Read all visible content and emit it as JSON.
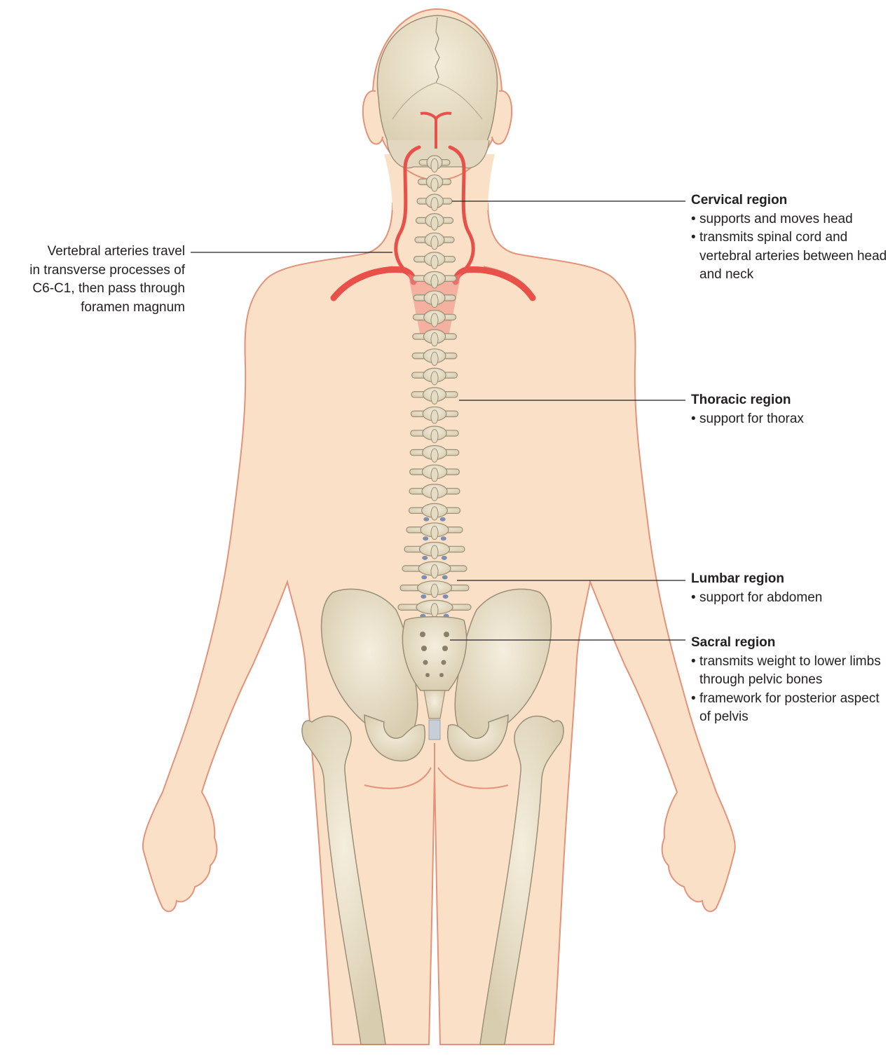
{
  "labels": {
    "vertebral": {
      "lines": [
        "Vertebral arteries travel",
        "in transverse processes of",
        "C6-C1, then pass through",
        "foramen magnum"
      ]
    },
    "cervical": {
      "title": "Cervical region",
      "bullets": [
        "supports and moves head",
        "transmits spinal cord and vertebral arteries between head and neck"
      ]
    },
    "thoracic": {
      "title": "Thoracic region",
      "bullets": [
        "support for thorax"
      ]
    },
    "lumbar": {
      "title": "Lumbar region",
      "bullets": [
        "support for abdomen"
      ]
    },
    "sacral": {
      "title": "Sacral region",
      "bullets": [
        "transmits weight to lower limbs through pelvic bones",
        "framework for posterior aspect of pelvis"
      ]
    }
  },
  "colors": {
    "skin": "#fbe0c8",
    "skin_outline": "#e2937a",
    "bone": "#ebe2cc",
    "bone_outline": "#9a8f78",
    "artery": "#e8504a",
    "leader_line": "#231f20",
    "disc": "#7b8fb0"
  }
}
